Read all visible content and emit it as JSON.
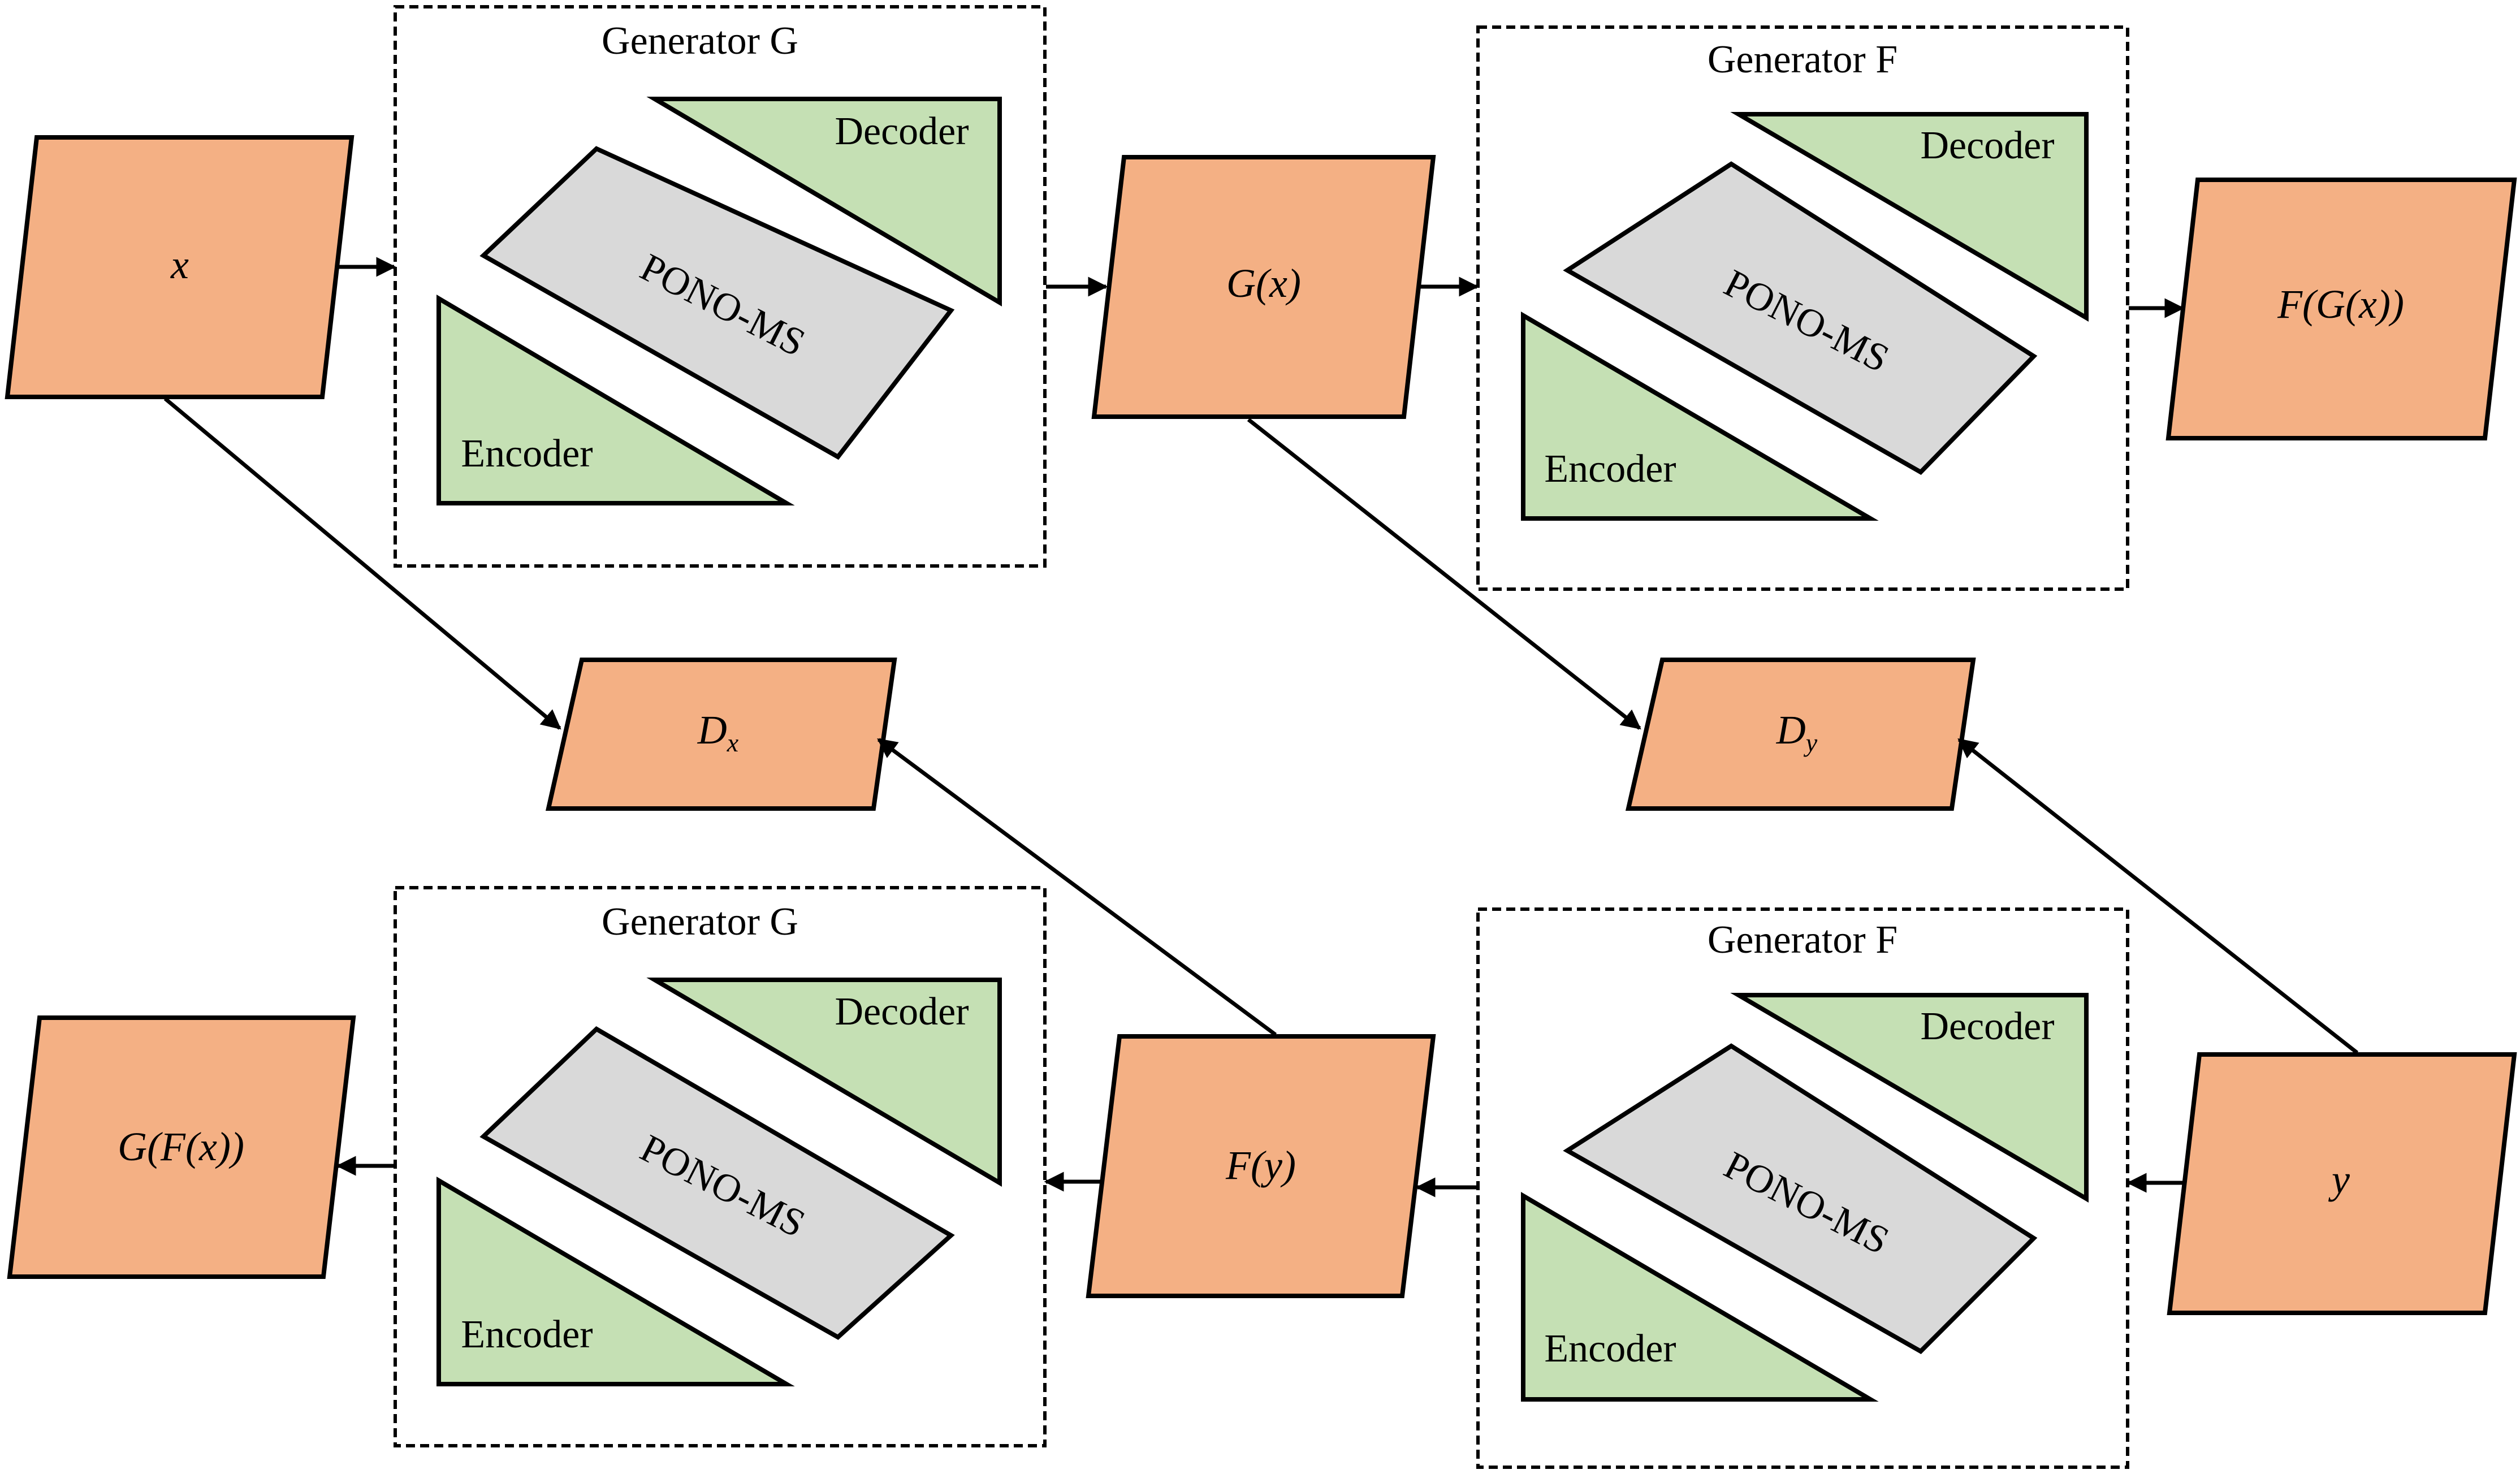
{
  "colors": {
    "node_fill": "#f4b084",
    "encoder_decoder_fill": "#c5e0b4",
    "pono_fill": "#d9d9d9",
    "outline": "#000000"
  },
  "generators": {
    "top_left": {
      "title": "Generator G",
      "decoder": "Decoder",
      "middle": "PONO-MS",
      "encoder": "Encoder"
    },
    "top_right": {
      "title": "Generator F",
      "decoder": "Decoder",
      "middle": "PONO-MS",
      "encoder": "Encoder"
    },
    "bottom_left": {
      "title": "Generator G",
      "decoder": "Decoder",
      "middle": "PONO-MS",
      "encoder": "Encoder"
    },
    "bottom_right": {
      "title": "Generator F",
      "decoder": "Decoder",
      "middle": "PONO-MS",
      "encoder": "Encoder"
    }
  },
  "nodes": {
    "x": "x",
    "g_of_x": "G(x)",
    "f_of_g_of_x": "F(G(x))",
    "dx": {
      "base": "D",
      "sub": "x"
    },
    "dy": {
      "base": "D",
      "sub": "y"
    },
    "g_of_f_of_x": "G(F(x))",
    "f_of_y": "F(y)",
    "y": "y"
  }
}
